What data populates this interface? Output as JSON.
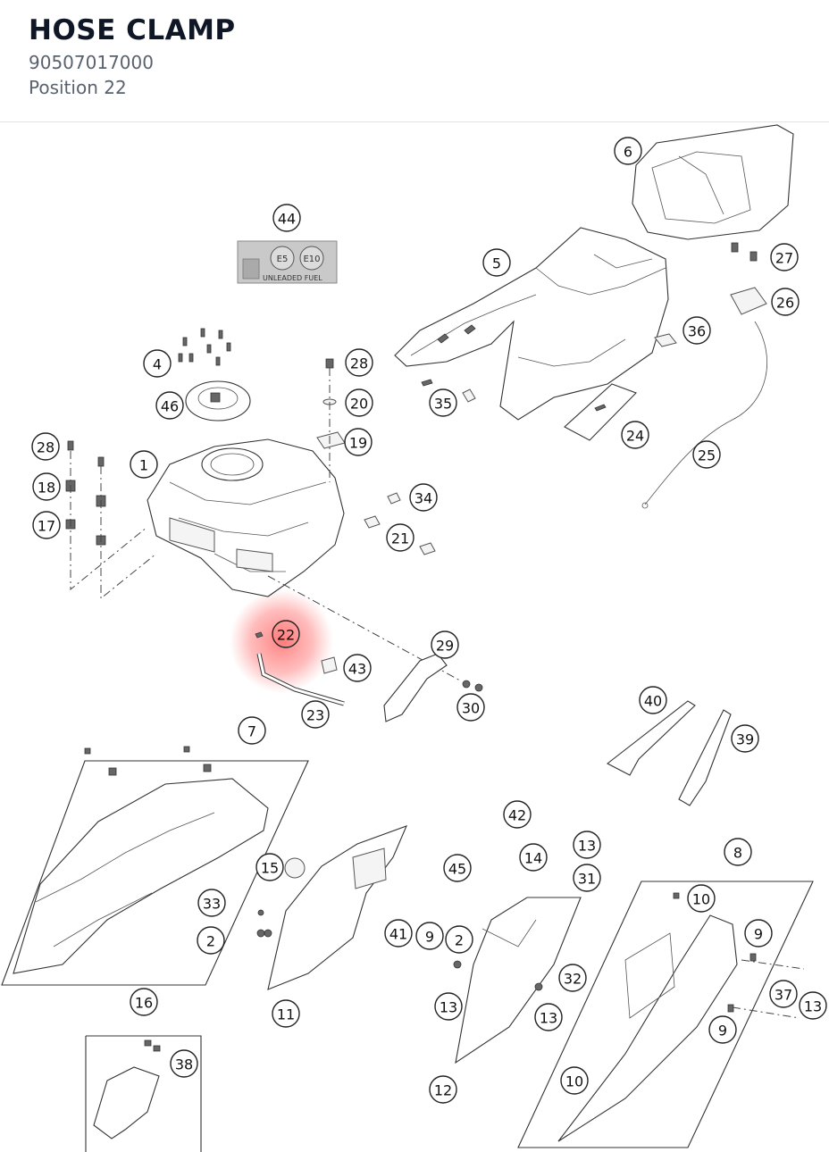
{
  "header": {
    "title": "HOSE CLAMP",
    "part_number": "90507017000",
    "position": "Position 22"
  },
  "diagram": {
    "highlight_color": "#ff5a5a",
    "highlighted_callout": "22",
    "fuel_label": {
      "badge_left": "E5",
      "badge_right": "E10",
      "text": "UNLEADED FUEL"
    },
    "callouts": [
      "6",
      "44",
      "27",
      "5",
      "26",
      "36",
      "4",
      "28",
      "20",
      "46",
      "35",
      "24",
      "28",
      "19",
      "1",
      "25",
      "18",
      "34",
      "17",
      "21",
      "22",
      "29",
      "43",
      "23",
      "30",
      "40",
      "39",
      "7",
      "42",
      "13",
      "14",
      "8",
      "15",
      "45",
      "31",
      "33",
      "10",
      "9",
      "2",
      "41",
      "9",
      "2",
      "32",
      "37",
      "13",
      "11",
      "13",
      "13",
      "9",
      "16",
      "38",
      "10",
      "12"
    ]
  }
}
